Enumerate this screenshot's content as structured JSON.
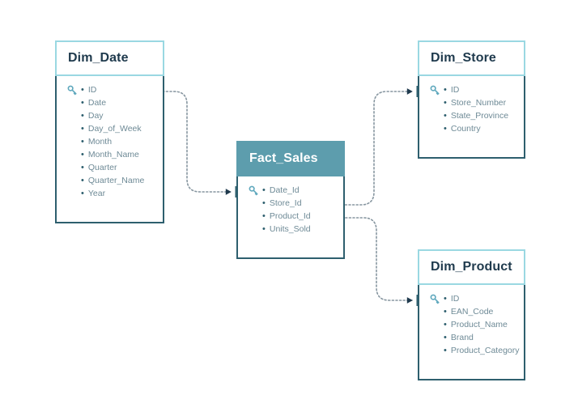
{
  "diagram": {
    "type": "entity-relationship-star-schema",
    "background_color": "#ffffff",
    "colors": {
      "header_border": "#9ad8e2",
      "body_border": "#2e5f6e",
      "fact_header_fill": "#5d9dad",
      "title_text": "#1f3a4d",
      "fact_title_text": "#ffffff",
      "field_text": "#6e8a96",
      "bullet": "#2e5f6e",
      "key_icon": "#5fa8bd",
      "connector": "#8796a0",
      "arrowhead": "#1f3a4d"
    },
    "entities": [
      {
        "id": "dim-date",
        "name": "Dim_Date",
        "kind": "dimension",
        "fields": [
          {
            "name": "ID",
            "is_key": true
          },
          {
            "name": "Date",
            "is_key": false
          },
          {
            "name": "Day",
            "is_key": false
          },
          {
            "name": "Day_of_Week",
            "is_key": false
          },
          {
            "name": "Month",
            "is_key": false
          },
          {
            "name": "Month_Name",
            "is_key": false
          },
          {
            "name": "Quarter",
            "is_key": false
          },
          {
            "name": "Quarter_Name",
            "is_key": false
          },
          {
            "name": "Year",
            "is_key": false
          }
        ]
      },
      {
        "id": "fact-sales",
        "name": "Fact_Sales",
        "kind": "fact",
        "fields": [
          {
            "name": "Date_Id",
            "is_key": true
          },
          {
            "name": "Store_Id",
            "is_key": false
          },
          {
            "name": "Product_Id",
            "is_key": false
          },
          {
            "name": "Units_Sold",
            "is_key": false
          }
        ]
      },
      {
        "id": "dim-store",
        "name": "Dim_Store",
        "kind": "dimension",
        "fields": [
          {
            "name": "ID",
            "is_key": true
          },
          {
            "name": "Store_Number",
            "is_key": false
          },
          {
            "name": "State_Province",
            "is_key": false
          },
          {
            "name": "Country",
            "is_key": false
          }
        ]
      },
      {
        "id": "dim-product",
        "name": "Dim_Product",
        "kind": "dimension",
        "fields": [
          {
            "name": "ID",
            "is_key": true
          },
          {
            "name": "EAN_Code",
            "is_key": false
          },
          {
            "name": "Product_Name",
            "is_key": false
          },
          {
            "name": "Brand",
            "is_key": false
          },
          {
            "name": "Product_Category",
            "is_key": false
          }
        ]
      }
    ],
    "relationships": [
      {
        "id": "rel-date",
        "from_entity": "Dim_Date",
        "from_field": "ID",
        "to_entity": "Fact_Sales",
        "to_field": "Date_Id",
        "style": "dotted"
      },
      {
        "id": "rel-store",
        "from_entity": "Fact_Sales",
        "from_field": "Store_Id",
        "to_entity": "Dim_Store",
        "to_field": "ID",
        "style": "dotted"
      },
      {
        "id": "rel-product",
        "from_entity": "Fact_Sales",
        "from_field": "Product_Id",
        "to_entity": "Dim_Product",
        "to_field": "ID",
        "style": "dotted"
      }
    ],
    "icons": {
      "primary_key": "key-icon",
      "relationship_end": "arrowhead-icon"
    }
  }
}
